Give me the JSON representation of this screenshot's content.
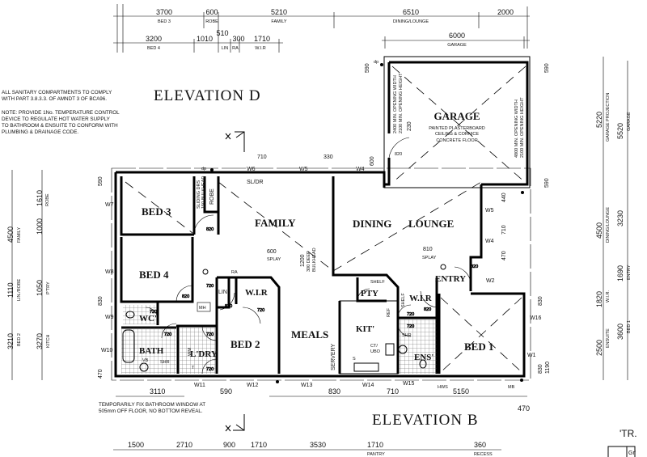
{
  "elevations": {
    "d": "ELEVATION D",
    "b": "ELEVATION B"
  },
  "notes": {
    "sanitary": [
      "ALL SANITARY COMPARTMENTS TO COMPLY",
      "WITH PART 3.8.3.3. OF AMNDT 3 OF BCA96."
    ],
    "temperature": [
      "NOTE: PROVIDE 1No. TEMPERATURE CONTROL",
      "DEVICE TO REGULATE HOT WATER SUPPLY",
      "TO BATHROOM & ENSUITE TO CONFORM WITH",
      "PLUMBING & DRAINAGE CODE."
    ],
    "bathroom_window": [
      "TEMPORARILY FIX BATHROOM WINDOW AT",
      "505mm OFF FLOOR, NO BOTTOM REVEAL."
    ]
  },
  "rooms": {
    "bed3": "BED 3",
    "bed4": "BED 4",
    "bed2": "BED 2",
    "bed1": "BED 1",
    "family": "FAMILY",
    "dining": "DINING",
    "lounge": "LOUNGE",
    "garage": "GARAGE",
    "meals": "MEALS",
    "kit": "KIT'",
    "pty": "PTY",
    "wir": "W.I.R",
    "wir2": "W.I.R",
    "ens": "ENS'",
    "entry": "ENTRY",
    "bath": "BATH",
    "ldry": "L'DRY",
    "wc": "WC'",
    "lin": "LIN",
    "robe": "ROBE",
    "servery": "SERVERY",
    "mh": "MH",
    "shr": "SHR",
    "shr2": "SHR",
    "mb": "MB"
  },
  "garage_notes": [
    "PAINTED PLASTERBOARD",
    "CEILING & CORNICE",
    "CONCRETE FLOOR"
  ],
  "garage_openings": {
    "left": [
      "2400 MIN. OPENING WIDTH",
      "2100 MIN. OPENING HEIGHT"
    ],
    "right": [
      "4800 MIN. OPENING WIDTH",
      "2100 MIN. OPENING HEIGHT"
    ]
  },
  "fixtures": {
    "sliding": [
      "SLIDING DRS",
      "150 BULKHEAD"
    ],
    "bulkhead": [
      "300 DEEP",
      "BULKHEAD"
    ],
    "splay": "SPLAY",
    "splay2": "SPLAY",
    "sl_dr": "SL/DR",
    "shelf": "SHELF",
    "shelf2": "SHELF",
    "ref": "REF",
    "ct": "CT/",
    "ubo": "UBO",
    "vb": "VB",
    "t": "T",
    "wm": "WM",
    "ra": "RA",
    "dp": "dp",
    "hws": "HWS",
    "s": "S"
  },
  "windows": [
    "W1",
    "W2",
    "W4",
    "W4",
    "W5",
    "W5",
    "W6",
    "W7",
    "W8",
    "W9",
    "W10",
    "W11",
    "W12",
    "W13",
    "W14",
    "W15",
    "W16"
  ],
  "dims_top": {
    "row1": [
      {
        "v": "3700",
        "l": "BED 3"
      },
      {
        "v": "600",
        "l": "ROBE"
      },
      {
        "v": "5210",
        "l": "FAMILY"
      },
      {
        "v": "6510",
        "l": "DINING/LOUNGE"
      },
      {
        "v": "2000",
        "l": ""
      }
    ],
    "row2": [
      {
        "v": "3200",
        "l": "BED 4"
      },
      {
        "v": "1010",
        "l": ""
      },
      {
        "v": "510",
        "l": "LIN"
      },
      {
        "v": "300",
        "l": "RA"
      },
      {
        "v": "1710",
        "l": "W.I.R"
      }
    ],
    "garage": {
      "v": "6000",
      "l": "GARAGE"
    }
  },
  "dims_left": [
    {
      "v": "4500",
      "l": "FAMILY"
    },
    {
      "v": "1610",
      "l": "ROBE"
    },
    {
      "v": "1000",
      "l": ""
    },
    {
      "v": "1110",
      "l": "LIN./ROBE"
    },
    {
      "v": "1050",
      "l": "P'TRY"
    },
    {
      "v": "3210",
      "l": "BED 2"
    },
    {
      "v": "3270",
      "l": "KITCH"
    }
  ],
  "dims_right": [
    {
      "v": "5220",
      "l": "GARAGE PROJECTION"
    },
    {
      "v": "5520",
      "l": "GARAGE"
    },
    {
      "v": "4500",
      "l": "DINING/LOUNGE"
    },
    {
      "v": "3230",
      "l": ""
    },
    {
      "v": "1690",
      "l": "ENTRY"
    },
    {
      "v": "1820",
      "l": "W.I.R."
    },
    {
      "v": "2500",
      "l": "ENSUITE"
    },
    {
      "v": "3600",
      "l": "BED 1"
    }
  ],
  "dims_misc": {
    "d590a": "590",
    "d590b": "590",
    "d590c": "590",
    "d590d": "590",
    "d830a": "830",
    "d830b": "830",
    "d830c": "830",
    "d470a": "470",
    "d470b": "470",
    "d470c": "470",
    "d1190": "1190",
    "d710a": "710",
    "d710b": "710",
    "d710c": "710",
    "d330": "330",
    "d600a": "600",
    "d600b": "600",
    "d440": "440",
    "d810": "810",
    "d1200": "1200",
    "d230": "230",
    "d3110": "3110",
    "d5150": "5150",
    "d590e": "590"
  },
  "doors": {
    "d820a": "820",
    "d820b": "820",
    "d820c": "820",
    "d820d": "820",
    "d820e": "820",
    "d820f": "820",
    "d720a": "720",
    "d720b": "720",
    "d720c": "720",
    "d720d": "720",
    "d720e": "720",
    "d720f": "720",
    "d720g": "720",
    "d720h": "720"
  },
  "dims_bottom": [
    {
      "v": "1500"
    },
    {
      "v": "2710"
    },
    {
      "v": "900"
    },
    {
      "v": "1710"
    },
    {
      "v": "3530"
    },
    {
      "v": "1710",
      "l": "PANTRY"
    },
    {
      "v": "360",
      "l": "RECESS"
    }
  ],
  "corner": {
    "tr": "'TR.",
    "gr": "Gr'"
  }
}
